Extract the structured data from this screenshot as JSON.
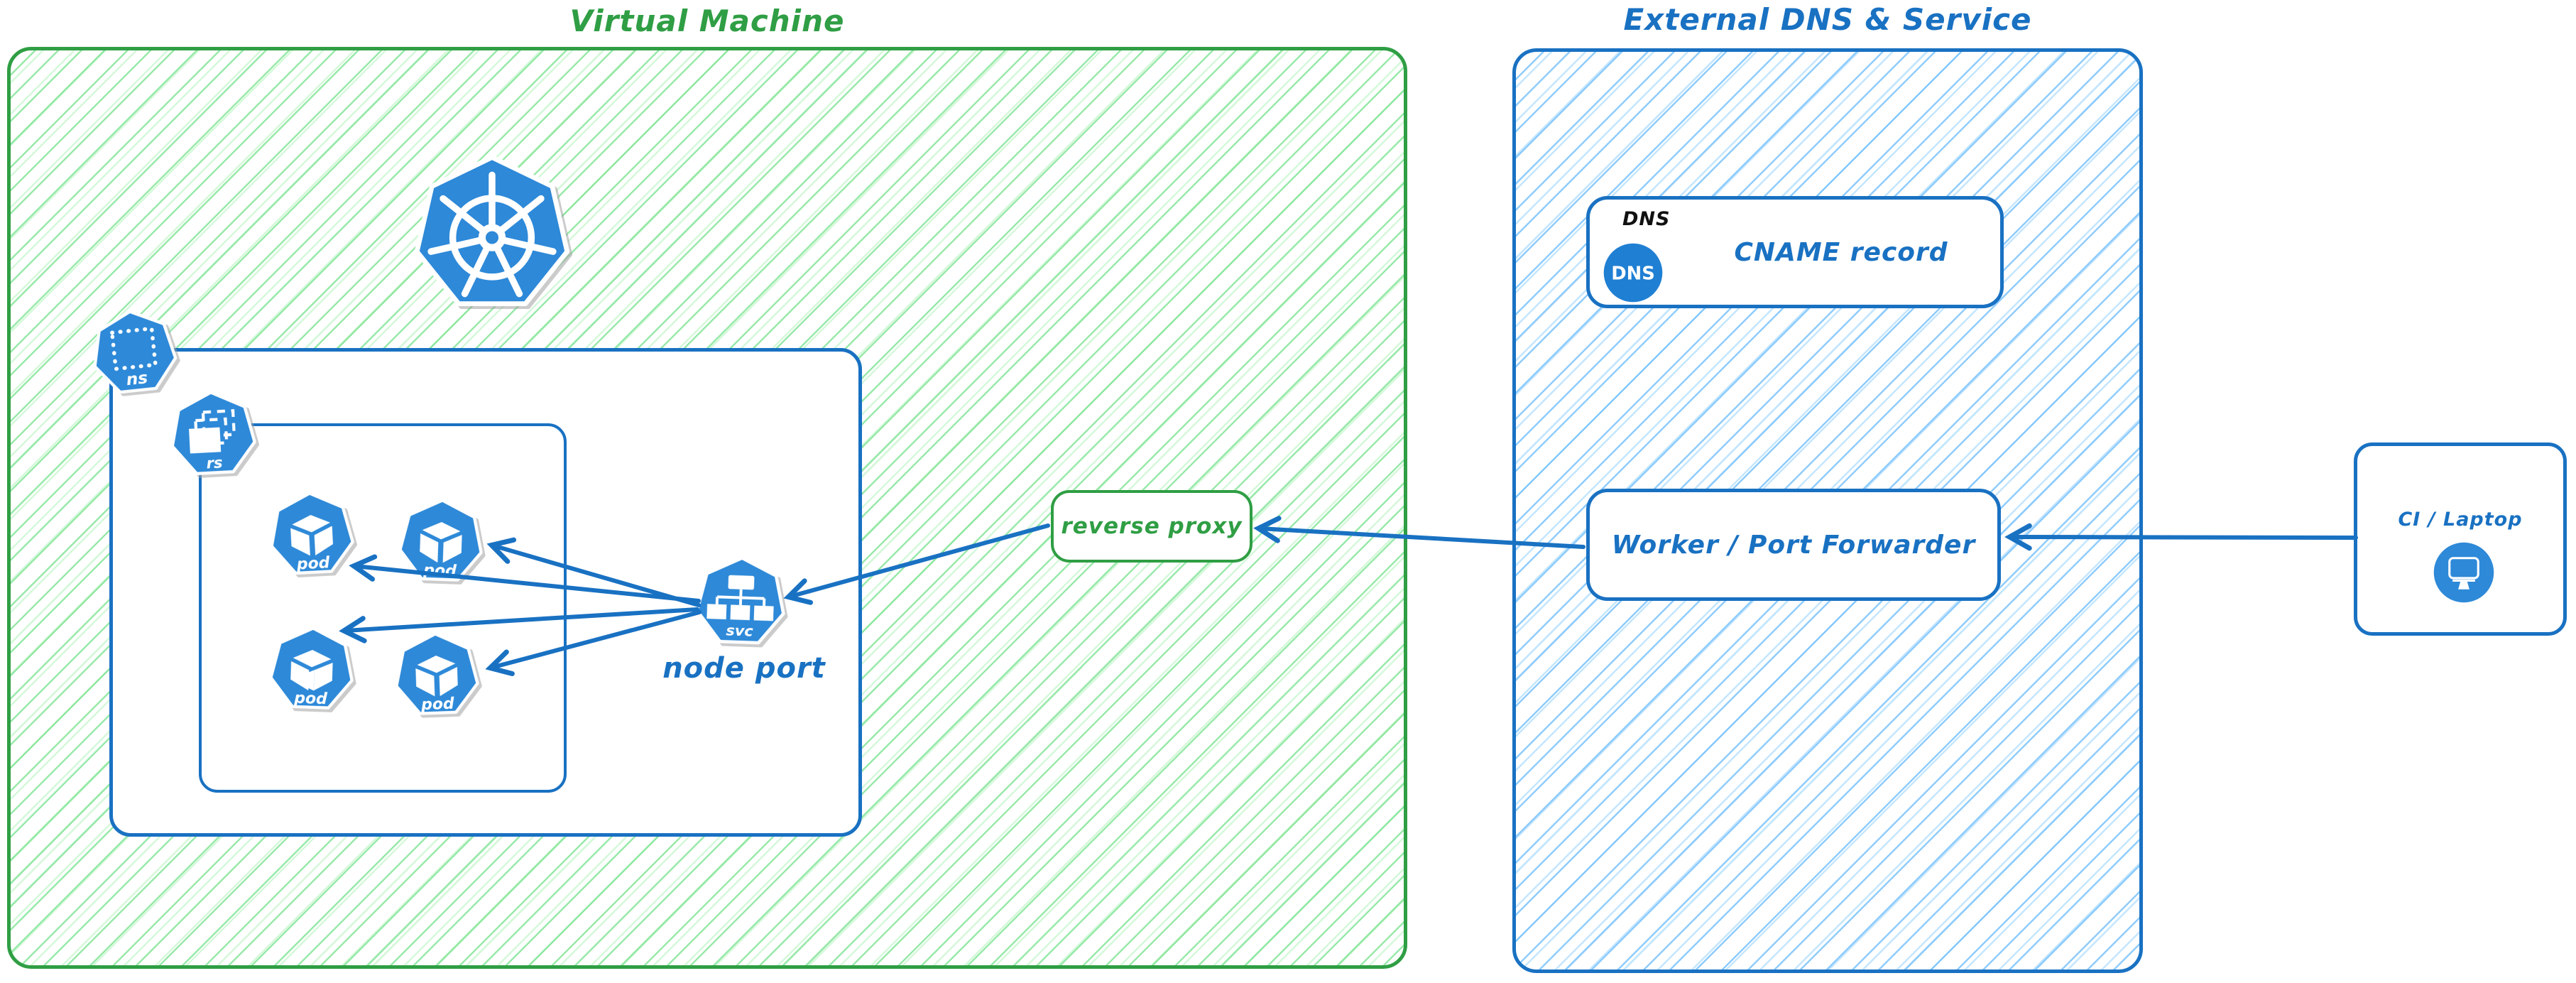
{
  "colors": {
    "green_stroke": "#2f9e44",
    "green_hatch": "#b2f2bb",
    "blue_stroke": "#1971c2",
    "blue_hatch": "#a5d8ff",
    "icon_blue": "#2e89d8",
    "dns_badge_blue": "#1f7fd3",
    "tag_black": "#111111"
  },
  "virtual_machine": {
    "title": "Virtual Machine",
    "kubernetes": {
      "namespace_badge": "ns",
      "replicaset_badge": "rs",
      "pod_badge": "pod",
      "service_badge": "svc",
      "service_caption": "node port"
    },
    "reverse_proxy_label": "reverse proxy"
  },
  "external_dns_service": {
    "title": "External DNS & Service",
    "dns_record": {
      "tag": "DNS",
      "badge": "DNS",
      "label": "CNAME record"
    },
    "worker": {
      "label": "Worker / Port Forwarder"
    }
  },
  "ci_laptop": {
    "label": "CI / Laptop"
  }
}
